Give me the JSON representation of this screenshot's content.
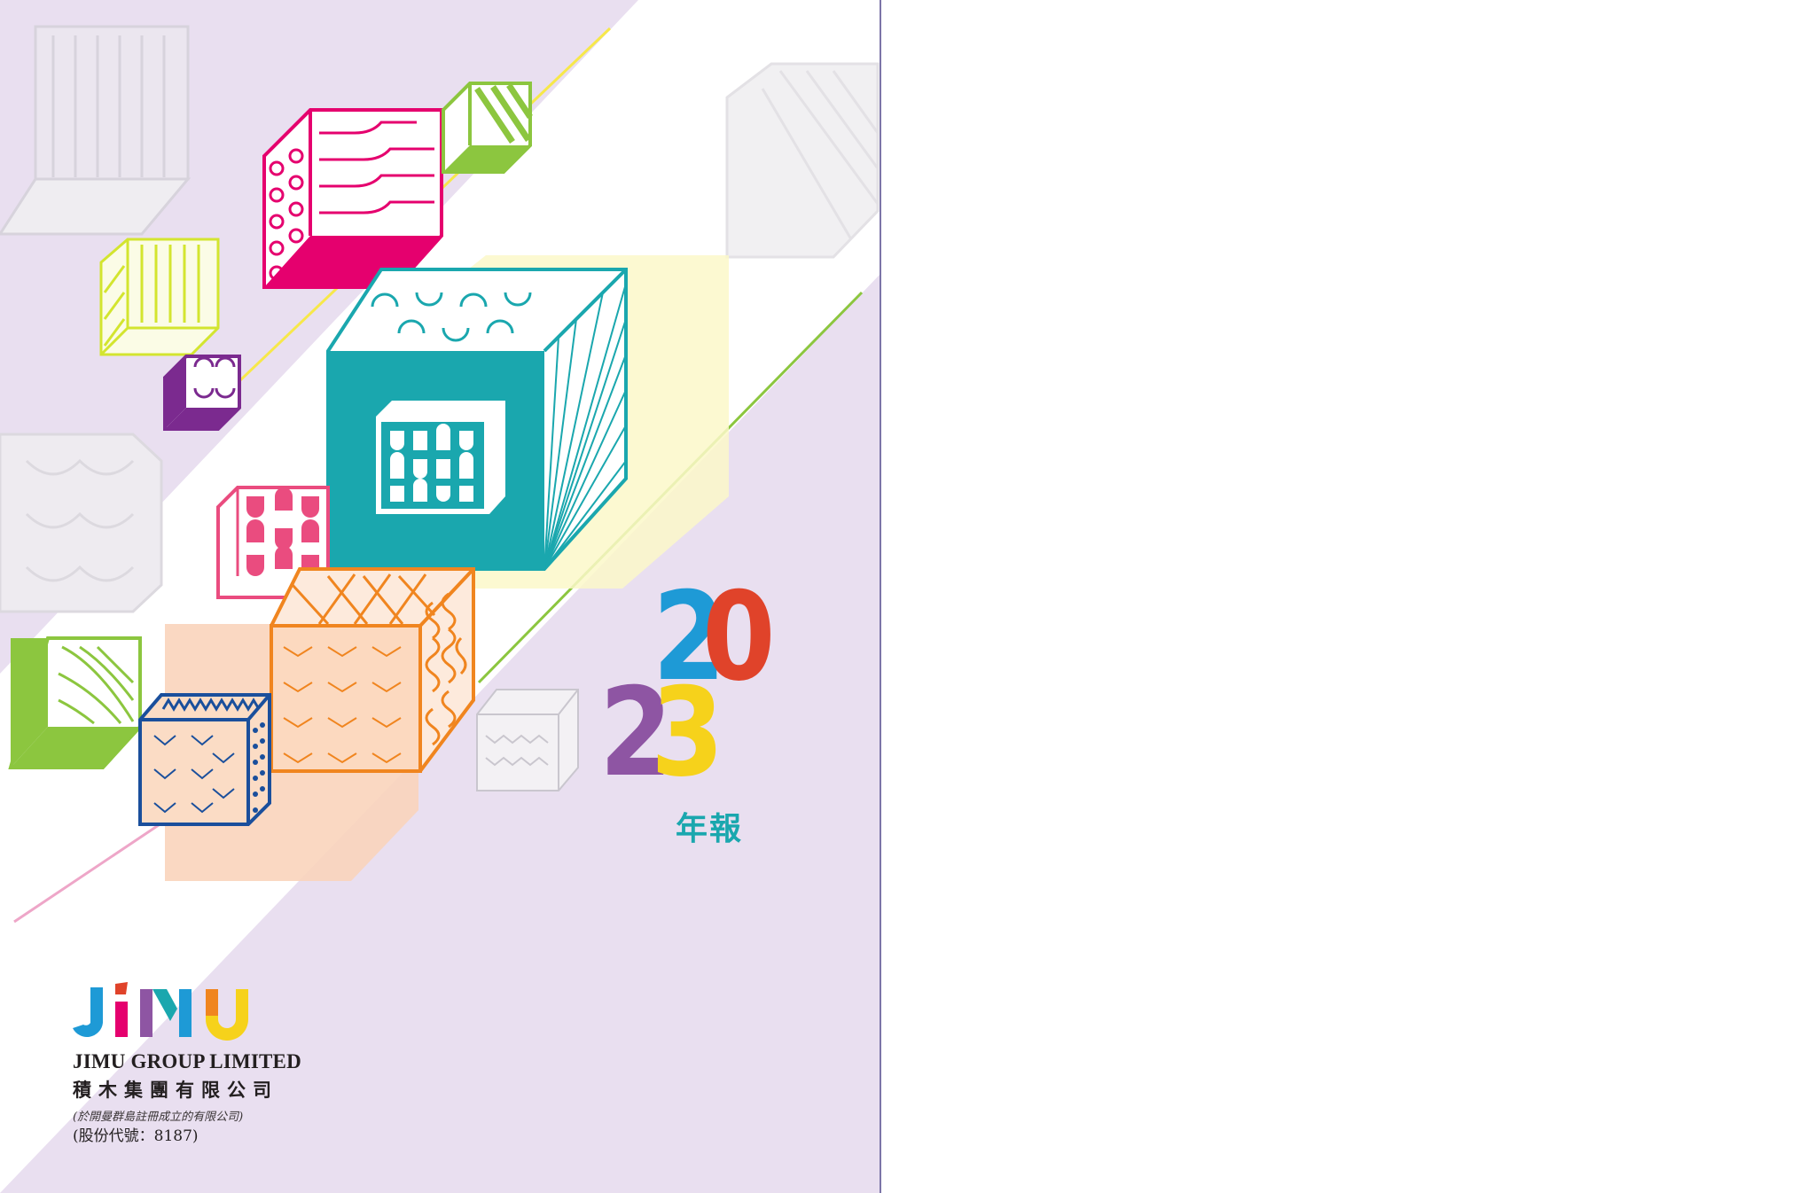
{
  "cover": {
    "year_digits": [
      "2",
      "0",
      "2",
      "3"
    ],
    "annual_report_label": "年報",
    "logo_word": "JIMU",
    "company_name_en": "JIMU GROUP LIMITED",
    "company_name_zh": "積木集團有限公司",
    "incorporation_note": "(於開曼群島註冊成立的有限公司)",
    "stock_code": "(股份代號：8187)"
  },
  "colors": {
    "background_lavender": "#e9dff0",
    "teal": "#1aa7ae",
    "magenta": "#e5006e",
    "lime": "#8cc63f",
    "orange": "#f0851f",
    "navy": "#1a4f9c",
    "purple": "#7b2a8f",
    "yellow": "#f6d21b",
    "red": "#e0432a",
    "blue": "#1e9ad6",
    "violet": "#8e55a3"
  },
  "icons": [
    "decorative-cube-pattern",
    "jimu-logo"
  ]
}
